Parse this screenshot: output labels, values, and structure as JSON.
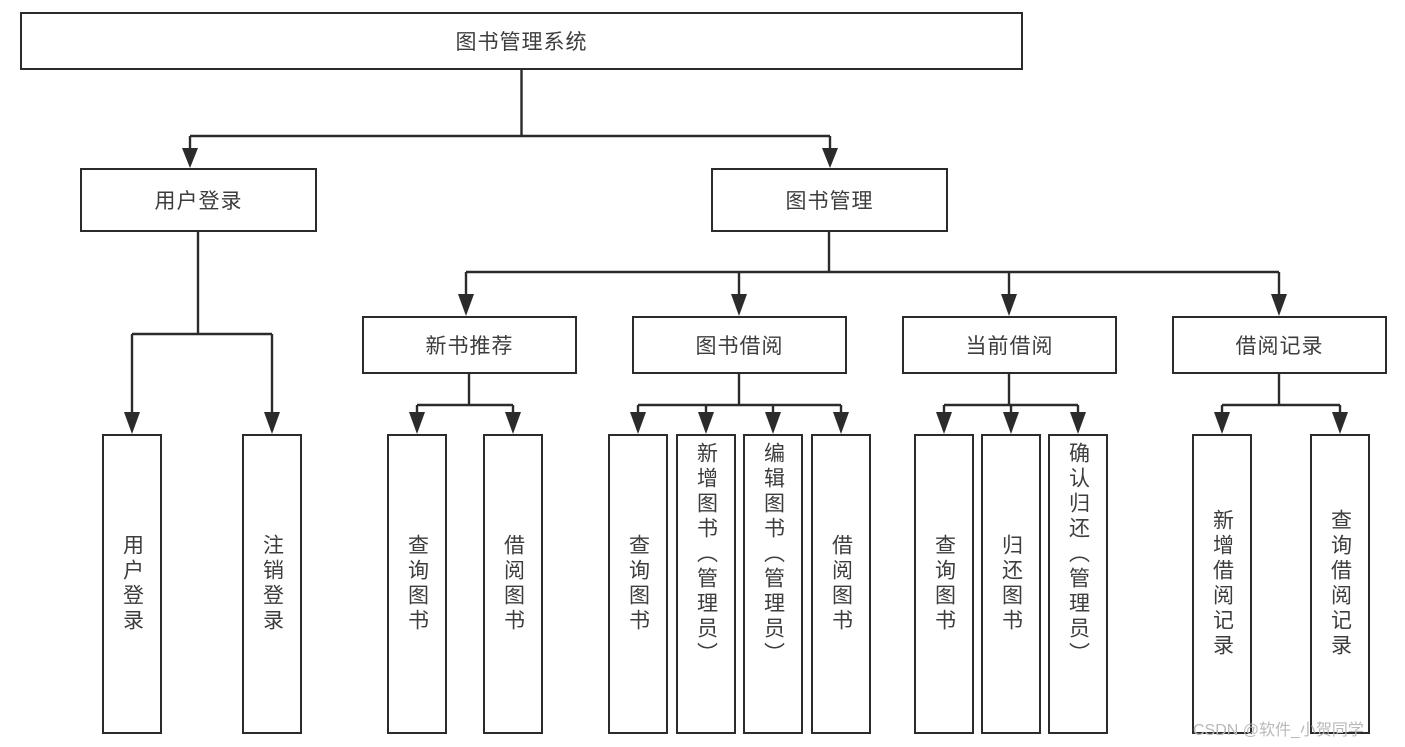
{
  "diagram": {
    "type": "tree",
    "orientation": "top-down",
    "root": {
      "label": "图书管理系统"
    },
    "level2": [
      {
        "label": "用户登录"
      },
      {
        "label": "图书管理"
      }
    ],
    "level3": [
      {
        "label": "新书推荐"
      },
      {
        "label": "图书借阅"
      },
      {
        "label": "当前借阅"
      },
      {
        "label": "借阅记录"
      }
    ],
    "leaves": {
      "user_login": [
        {
          "label": "用户登录"
        },
        {
          "label": "注销登录"
        }
      ],
      "new_book_recommend": [
        {
          "label": "查询图书"
        },
        {
          "label": "借阅图书"
        }
      ],
      "book_borrow": [
        {
          "label": "查询图书"
        },
        {
          "label": "新增图书（管理员）"
        },
        {
          "label": "编辑图书（管理员）"
        },
        {
          "label": "借阅图书"
        }
      ],
      "current_borrow": [
        {
          "label": "查询图书"
        },
        {
          "label": "归还图书"
        },
        {
          "label": "确认归还（管理员）"
        }
      ],
      "borrow_record": [
        {
          "label": "新增借阅记录"
        },
        {
          "label": "查询借阅记录"
        }
      ]
    }
  },
  "watermark": {
    "text": "CSDN @软件_小贺同学"
  },
  "colors": {
    "stroke": "#2b2b2b",
    "text": "#3d3d3d",
    "background": "#ffffff",
    "watermark": "#b9b9b9"
  }
}
